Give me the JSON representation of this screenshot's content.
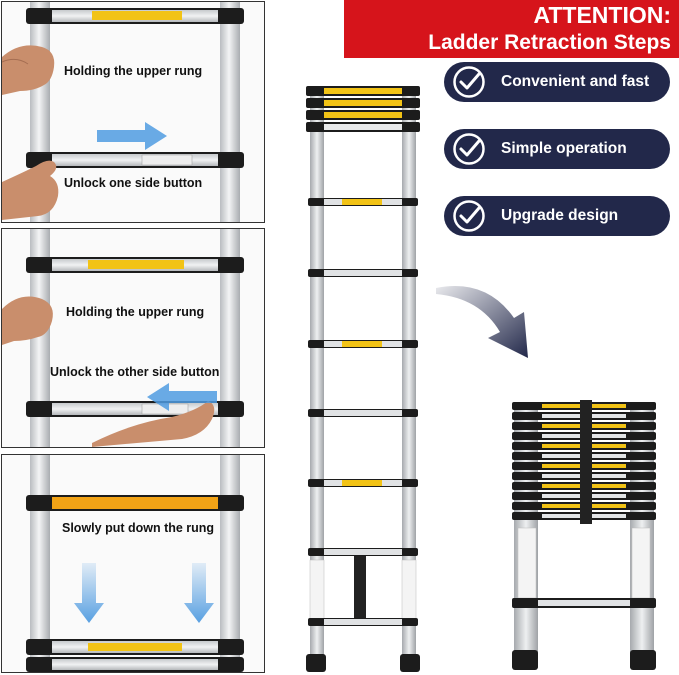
{
  "banner": {
    "line1": "ATTENTION:",
    "line2": "Ladder Retraction Steps",
    "color": "#d6141b"
  },
  "features": [
    {
      "icon": "checkmark-circle-icon",
      "label": "Convenient and fast"
    },
    {
      "icon": "checkmark-circle-icon",
      "label": "Simple operation"
    },
    {
      "icon": "checkmark-circle-icon",
      "label": "Upgrade design"
    }
  ],
  "steps": [
    {
      "caption_top": "Holding the upper rung",
      "caption_bottom": "Unlock one side button",
      "arrow": "right"
    },
    {
      "caption_top": "Holding the upper rung",
      "caption_bottom": "Unlock the other side button",
      "arrow": "left"
    },
    {
      "caption_top": "Slowly put down the rung",
      "arrow": "down"
    }
  ],
  "colors": {
    "pill": "#22284a",
    "arrow_blue": "#4f9be0",
    "rung_yellow": "#f2c316",
    "aluminum": "#d7d9dc",
    "black_cap": "#1c1c1c"
  }
}
